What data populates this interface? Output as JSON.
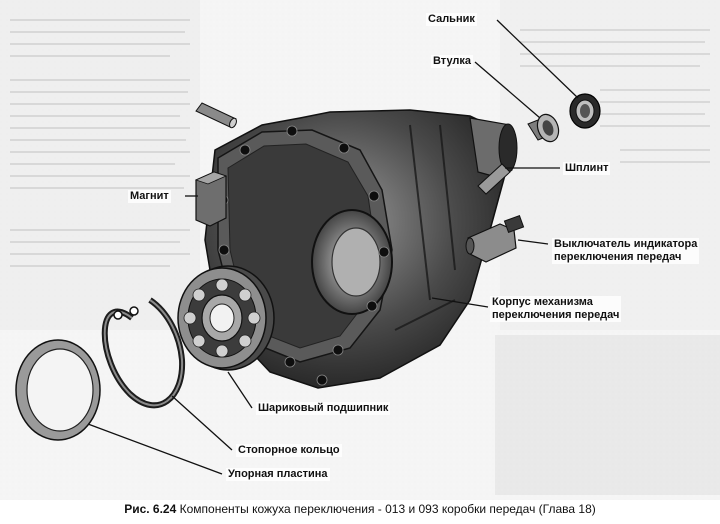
{
  "labels": {
    "oil_seal": "Сальник",
    "bushing": "Втулка",
    "pin": "Шплинт",
    "magnet": "Магнит",
    "switch_line1": "Выключатель индикатора",
    "switch_line2": "переключения передач",
    "housing_line1": "Корпус механизма",
    "housing_line2": "переключения передач",
    "ball_bearing": "Шариковый подшипник",
    "retaining_ring": "Стопорное кольцо",
    "thrust_plate": "Упорная пластина"
  },
  "caption": {
    "prefix": "Рис. 6.24",
    "text": "Компоненты кожуха переключения -  013 и 093 коробки передач (Глава 18)"
  }
}
